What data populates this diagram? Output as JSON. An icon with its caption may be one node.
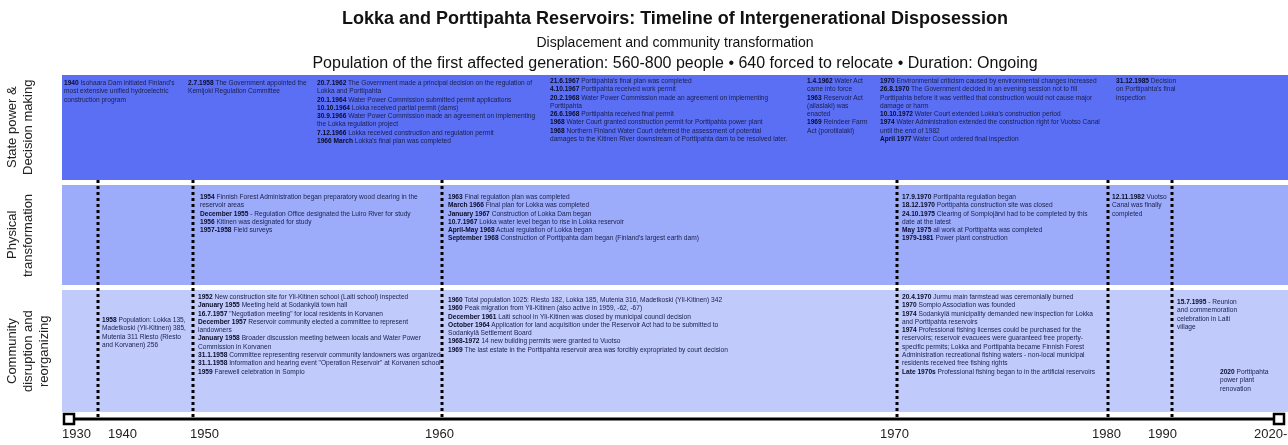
{
  "diagram": {
    "title": "Lokka and Porttipahta Reservoirs: Timeline of Intergenerational Disposession",
    "nodes": [
      {
        "text": [
          "State power & Decision making"
        ]
      },
      {
        "text": [
          "**1940** Isohaara Dam initiated Finland's most extensive unified hydroelectric construction program"
        ],
        "in": 0
      },
      {
        "text": [
          "**2.7.1958** The Government appointed the Kemijoki Regulation Committee"
        ],
        "in": 0
      },
      {
        "text": [
          "**20.7.1962** The Government made a principal decision on the regulation of Lokka and Porttipahta",
          "**20.1.1964** Water Power Commission submitted permit applications",
          "**10.10.1964** Lokka received partial permit (dams)",
          "**30.9.1966** Water Power Commission made an agreement on implementing the Lokka regulation project",
          "**7.12.1966** Lokka received construction and regulation permit",
          "**1966 March** Lokka's final plan was completed"
        ],
        "in": 0
      },
      {
        "text": [
          "**21.6.1967** Porttipahta's final plan was completed",
          "**4.10.1967** Porttipahta received work permit",
          "**20.2.1968** Water Power Commission made an agreement on implementing Porttipahta",
          "**26.6.1968** Porttipahta received final permit",
          "**1968** Water Court granted construction permit for Porttipahta power plant",
          "**1968** Northern Finland Water Court deferred the assessment of potential damages to the Kitinen River downstream of Porttipahta dam to be resolved later."
        ],
        "in": 0
      },
      {
        "text": [
          "**1.4.1962** Water Act came into force",
          "**1963** Reservoir Act (allaslaki) was enacted",
          "**1969** Reindeer Farm Act (porotilalaki)"
        ],
        "in": 0
      },
      {
        "text": [
          "**1970** Environmental criticism caused by environmental changes increased",
          "**26.8.1970** The Government decided in an evening session not to fill Porttipahta before it was verified that construction would not cause major damage or harm",
          "**10.10.1972** Water Court extended Lokka's construction period",
          "**1974** Water Administration extended the construction right for Vuotso Canal until the end of 1982",
          "**April 1977** Water Court ordered final inspection"
        ],
        "in": 0
      },
      {
        "text": [
          "**31.12.1985** Decision on Porttipahta's final inspection"
        ],
        "in": 0
      },
      {
        "text": [
          "Physical transformation"
        ]
      },
      {
        "text": [
          "**1954** Finnish Forest Administration began preparatory wood clearing in the reservoir areas",
          "**December 1955** - Regulation Office designated the Luiro River for study",
          "**1956** Kitinen was designated for study",
          "**1957-1958** Field surveys"
        ],
        "in": 8
      },
      {
        "text": [
          "**1963** Final regulation plan was completed",
          "**March 1966** Final plan for Lokka was completed",
          "**January 1967** Construction of Lokka Dam began",
          "**10.7.1967** Lokka water level began to rise in Lokka reservoir",
          "**April-May 1968** Actual regulation of Lokka began",
          "**September 1968** Construction of Porttipahta dam began (Finland's largest earth dam)"
        ],
        "in": 8
      },
      {
        "text": [
          "**17.9.1970** Porttipahta regulation began",
          "**18.12.1970** Porttipahta construction site was closed",
          "**24.10.1975** Clearing of Sompiojärvi had to be completed by this date at the latest",
          "**May 1975** all work at Porttipahta was completed",
          "**1979-1981** Power plant construction"
        ],
        "in": 8
      },
      {
        "text": [
          "**12.11.1982** Vuotso Canal was finally completed"
        ],
        "in": 8
      },
      {
        "text": [
          "Community disruption and reorganizing"
        ]
      },
      {
        "text": [
          "**1958** Population: Lokka 135, Madetkoski (Yli-Kitinen) 385, Mutenia 311 Riesto (Riesto and Korvanen) 256"
        ],
        "in": 13
      },
      {
        "text": [
          "**1952** New construction site for Yli-Kitinen school (Laiti school) inspected",
          "**January 1955** Meeting held at Sodankylä town hall",
          "**16.7.1957** \"Negotiation meeting\" for local residents in Korvanen",
          "**December 1957** Reservoir community elected a committee to represent landowners",
          "**January 1958** Broader discussion meeting between locals and Water Power Commission in Korvanen",
          "**31.1.1958** Committee representing reservoir community landowners was organized",
          "**31.1.1958** Information and hearing event \"Operation Reservoir\" at Korvanen school",
          "**1959** Farewell celebration in Sompio"
        ],
        "in": 13
      },
      {
        "text": [
          "**1960** Total population 1025: Riesto 182, Lokka 185, Mutenia 316, Madetkoski (Yli-Kitinen) 342",
          "**1960** Peak migration from Yli-Kitinen (also active in 1959, -62, -67)",
          "**December 1961** Laiti school in Yli-Kitinen was closed by municipal council decision",
          "**October 1964** Application for land acquisition under the Reservoir Act had to be submitted to Sodankylä Settlement Board",
          "**1968-1972** 14 new building permits were granted to Vuotso",
          "**1969** The last estate in the Porttipahta reservoir area was forcibly expropriated by court decision"
        ],
        "in": 13
      },
      {
        "text": [
          "**20.4.1970** Jurmu main farmstead was ceremonially burned",
          "**1970** Sompio Association was founded",
          "**1974** Sodankylä municipality demanded new inspection for Lokka and Porttipahta reservoirs",
          "**1974** Professional fishing licenses could be purchased for the reservoirs; reservoir evacuees were guaranteed free property-specific permits; Lokka and Porttipahta became Finnish Forest Administration recreational fishing waters - non-local municipal residents received free fishing rights",
          "**Late 1970s** Professional fishing began to in the artificial reservoirs"
        ],
        "in": 13
      },
      {
        "text": [
          "**15.7.1995** - Reunion and commemoration celebration in Laiti village"
        ],
        "in": 13
      },
      {
        "text": [
          "**2020** Porttipahta power plant renovation"
        ],
        "in": 13
      }
    ],
    "labels": [
      "Displacement and community transformation",
      "Population of the first affected generation: 560-800 people • 640 forced to relocate • Duration: Ongoing",
      "1930",
      "1940",
      "1950",
      "1960",
      "1970",
      "1980",
      "1990",
      "2020-"
    ]
  }
}
